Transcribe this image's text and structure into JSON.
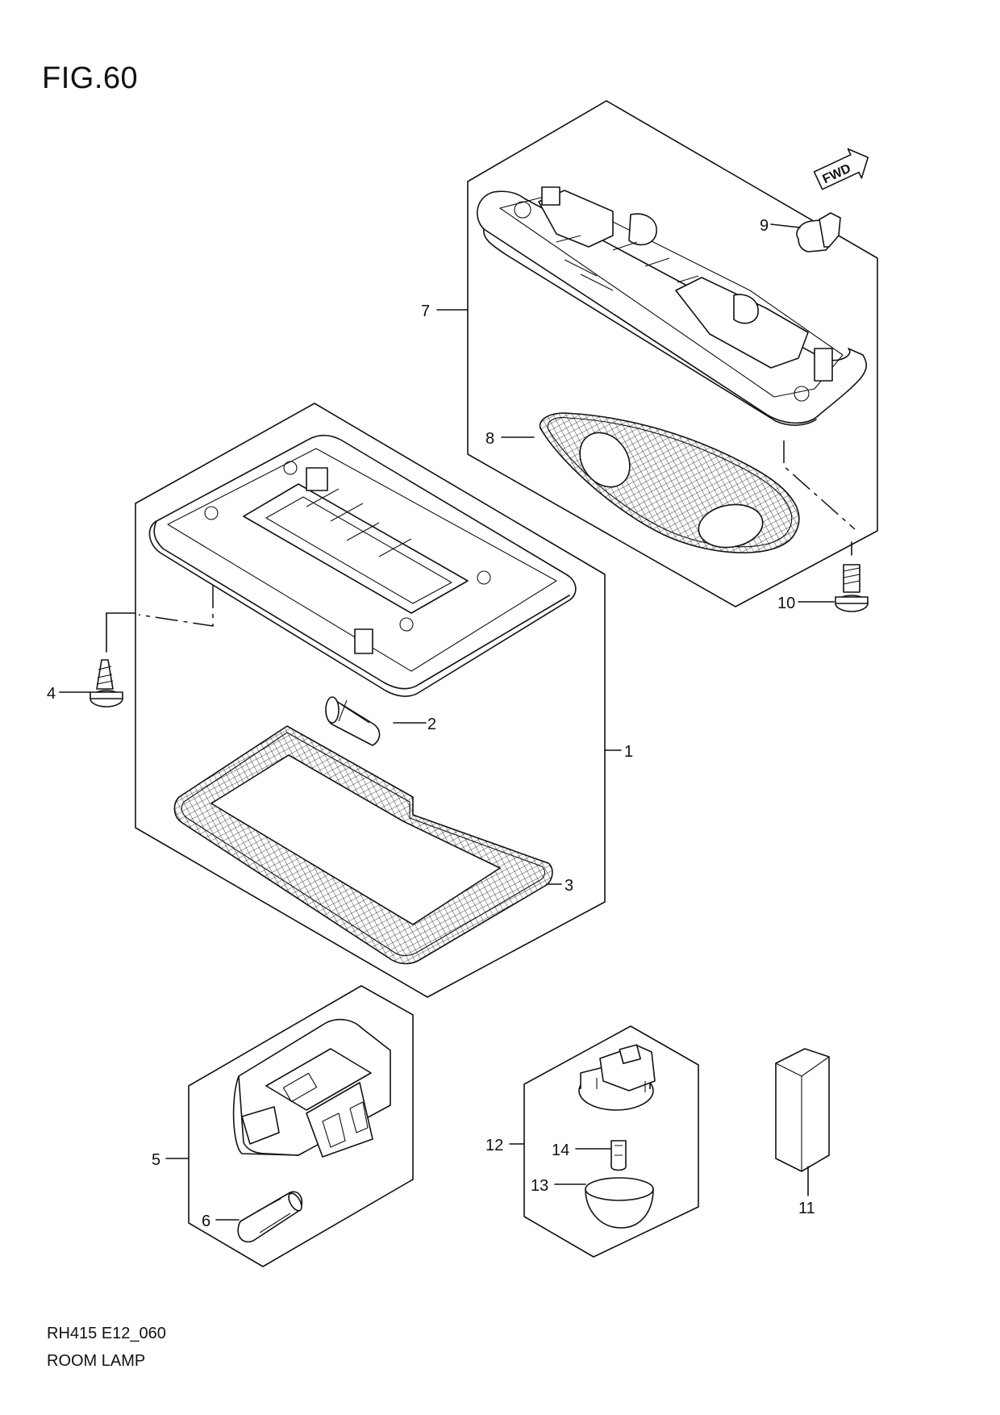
{
  "header": {
    "figure": "FIG.60"
  },
  "footer": {
    "code": "RH415 E12_060",
    "caption": "ROOM LAMP"
  },
  "fwd_label": "FWD",
  "parts": {
    "p1": "1",
    "p2": "2",
    "p3": "3",
    "p4": "4",
    "p5": "5",
    "p6": "6",
    "p7": "7",
    "p8": "8",
    "p9": "9",
    "p10": "10",
    "p11": "11",
    "p12": "12",
    "p13": "13",
    "p14": "14"
  }
}
